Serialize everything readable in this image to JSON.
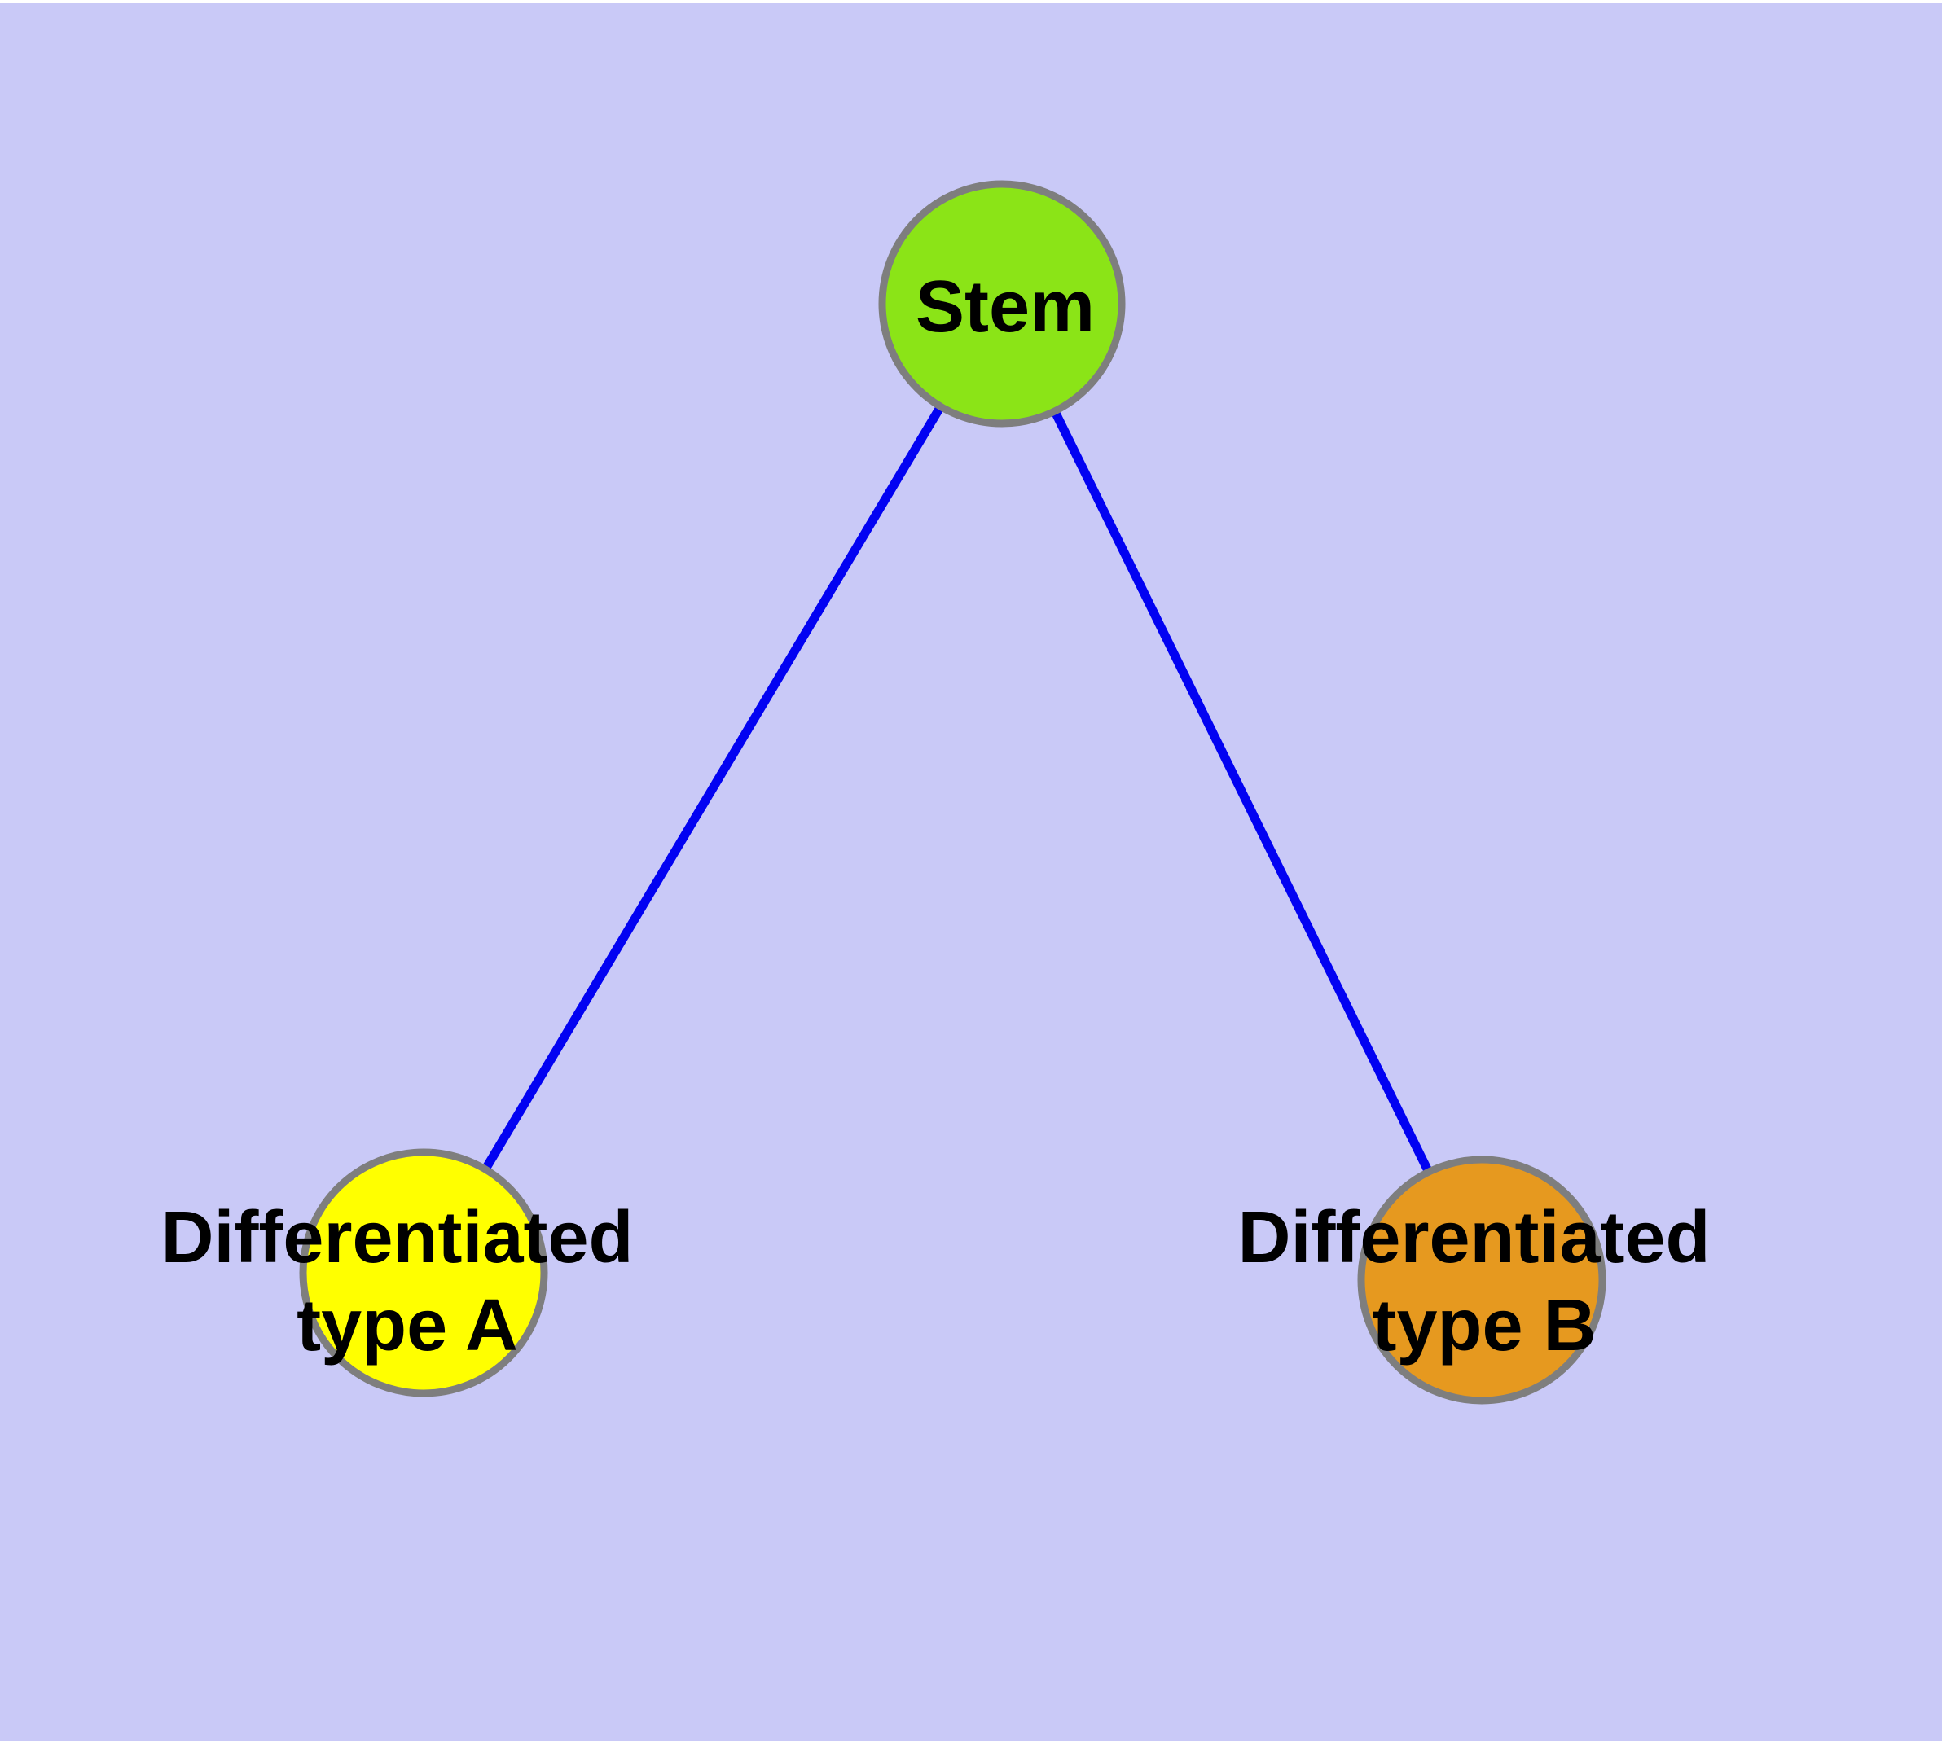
{
  "diagram": {
    "background_color": "#C9C9F7",
    "top_strip_color": "#FFFFFF",
    "edge_color": "#0202F2",
    "node_border_color": "#7E7E7E",
    "text_color": "#000000",
    "nodes": [
      {
        "id": "stem",
        "label": "Stem",
        "fill": "#8BE417"
      },
      {
        "id": "differentiated-type-a",
        "label_line1": "Differentiated",
        "label_line2": "type A",
        "fill": "#FFFF00"
      },
      {
        "id": "differentiated-type-b",
        "label_line1": "Differentiated",
        "label_line2": "type B",
        "fill": "#E6991F"
      }
    ],
    "edges": [
      {
        "from": "Stem",
        "to": "Differentiated type A"
      },
      {
        "from": "Stem",
        "to": "Differentiated type B"
      }
    ]
  }
}
